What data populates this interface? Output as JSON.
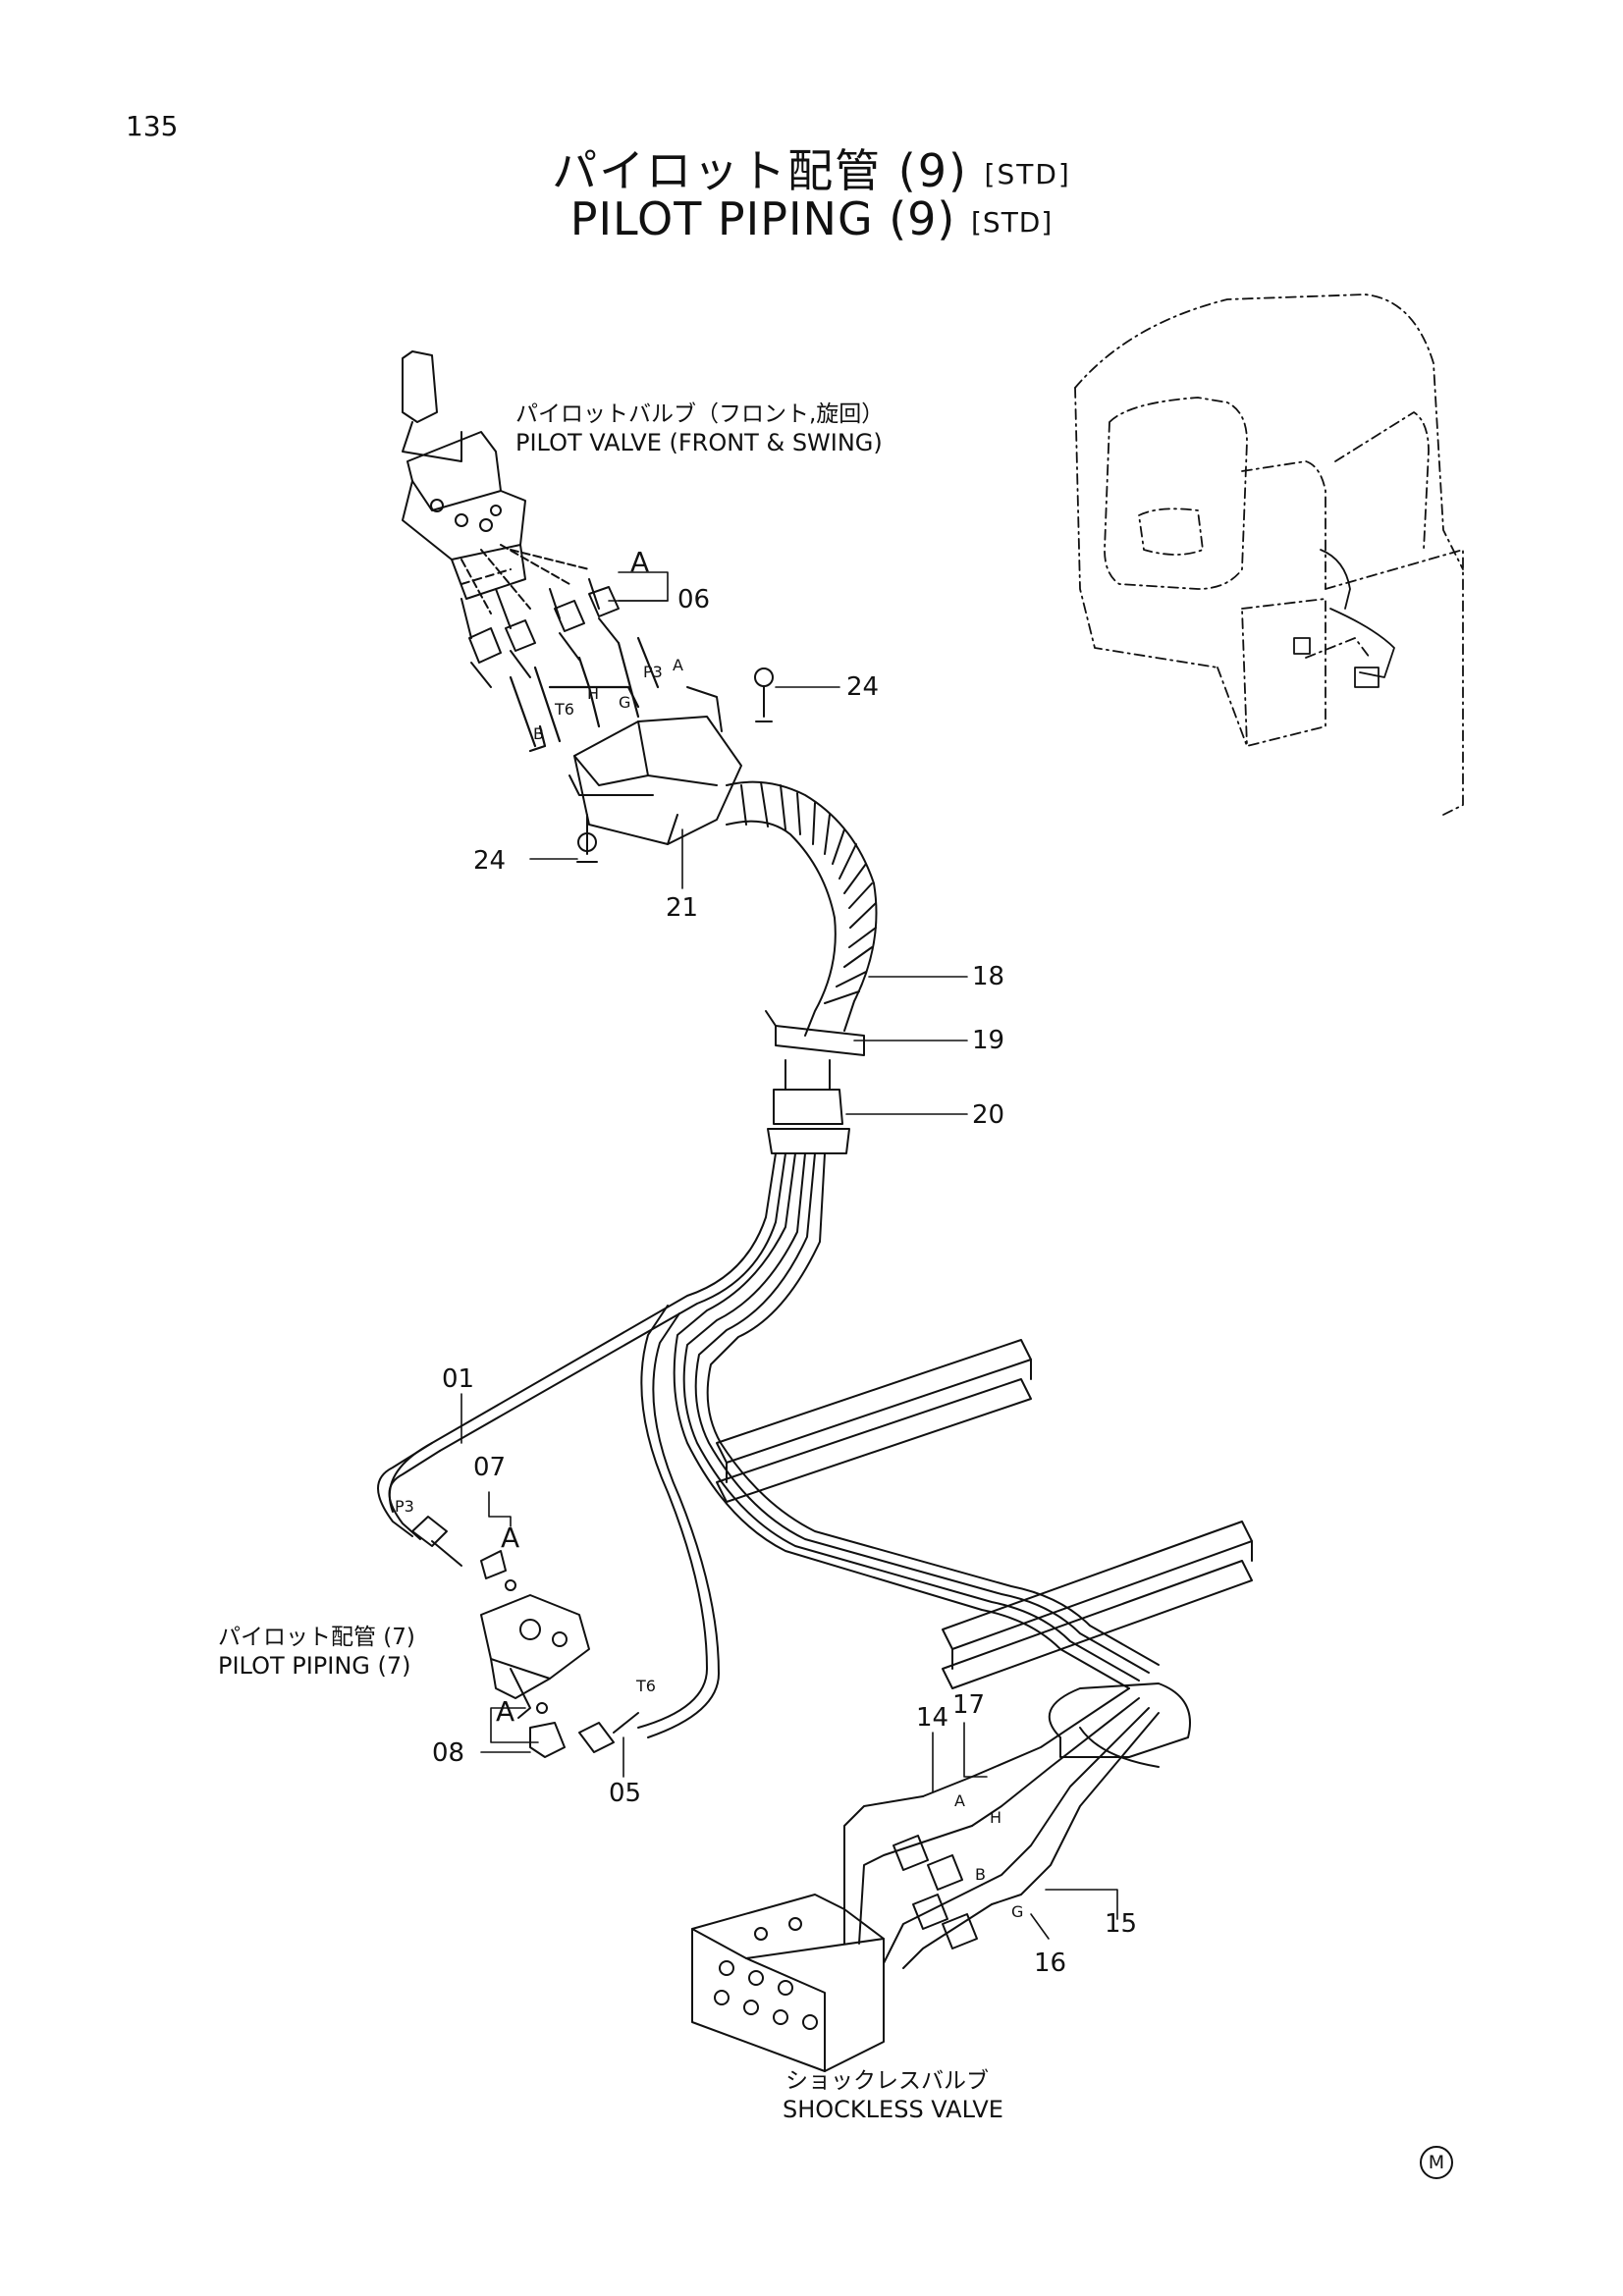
{
  "page_number": "135",
  "title": {
    "jp_main": "パイロット配管 (9)",
    "jp_std": "[STD]",
    "en_main": "PILOT PIPING (9)",
    "en_std": "[STD]"
  },
  "labels": {
    "pilot_valve_jp": "パイロットバルブ（フロント,旋回）",
    "pilot_valve_en": "PILOT VALVE (FRONT & SWING)",
    "pilot_piping7_jp": "パイロット配管 (7)",
    "pilot_piping7_en": "PILOT PIPING (7)",
    "shockless_jp": "ショックレスバルブ",
    "shockless_en": "SHOCKLESS VALVE"
  },
  "callouts": {
    "c06": "06",
    "c24a": "24",
    "c24b": "24",
    "c21": "21",
    "c18": "18",
    "c19": "19",
    "c20": "20",
    "c01": "01",
    "c07": "07",
    "c08": "08",
    "c05": "05",
    "c14": "14",
    "c17": "17",
    "c15": "15",
    "c16": "16",
    "A1": "A",
    "A2": "A",
    "A3": "A"
  },
  "port_letters": {
    "p3_top": "P3",
    "a_top": "A",
    "h_top": "H",
    "g_top": "G",
    "t6_top": "T6",
    "b_top": "B",
    "p3_left": "P3",
    "t6_mid": "T6",
    "a_bot": "A",
    "h_bot": "H",
    "b_bot": "B",
    "g_bot": "G"
  },
  "corner_mark": "M"
}
